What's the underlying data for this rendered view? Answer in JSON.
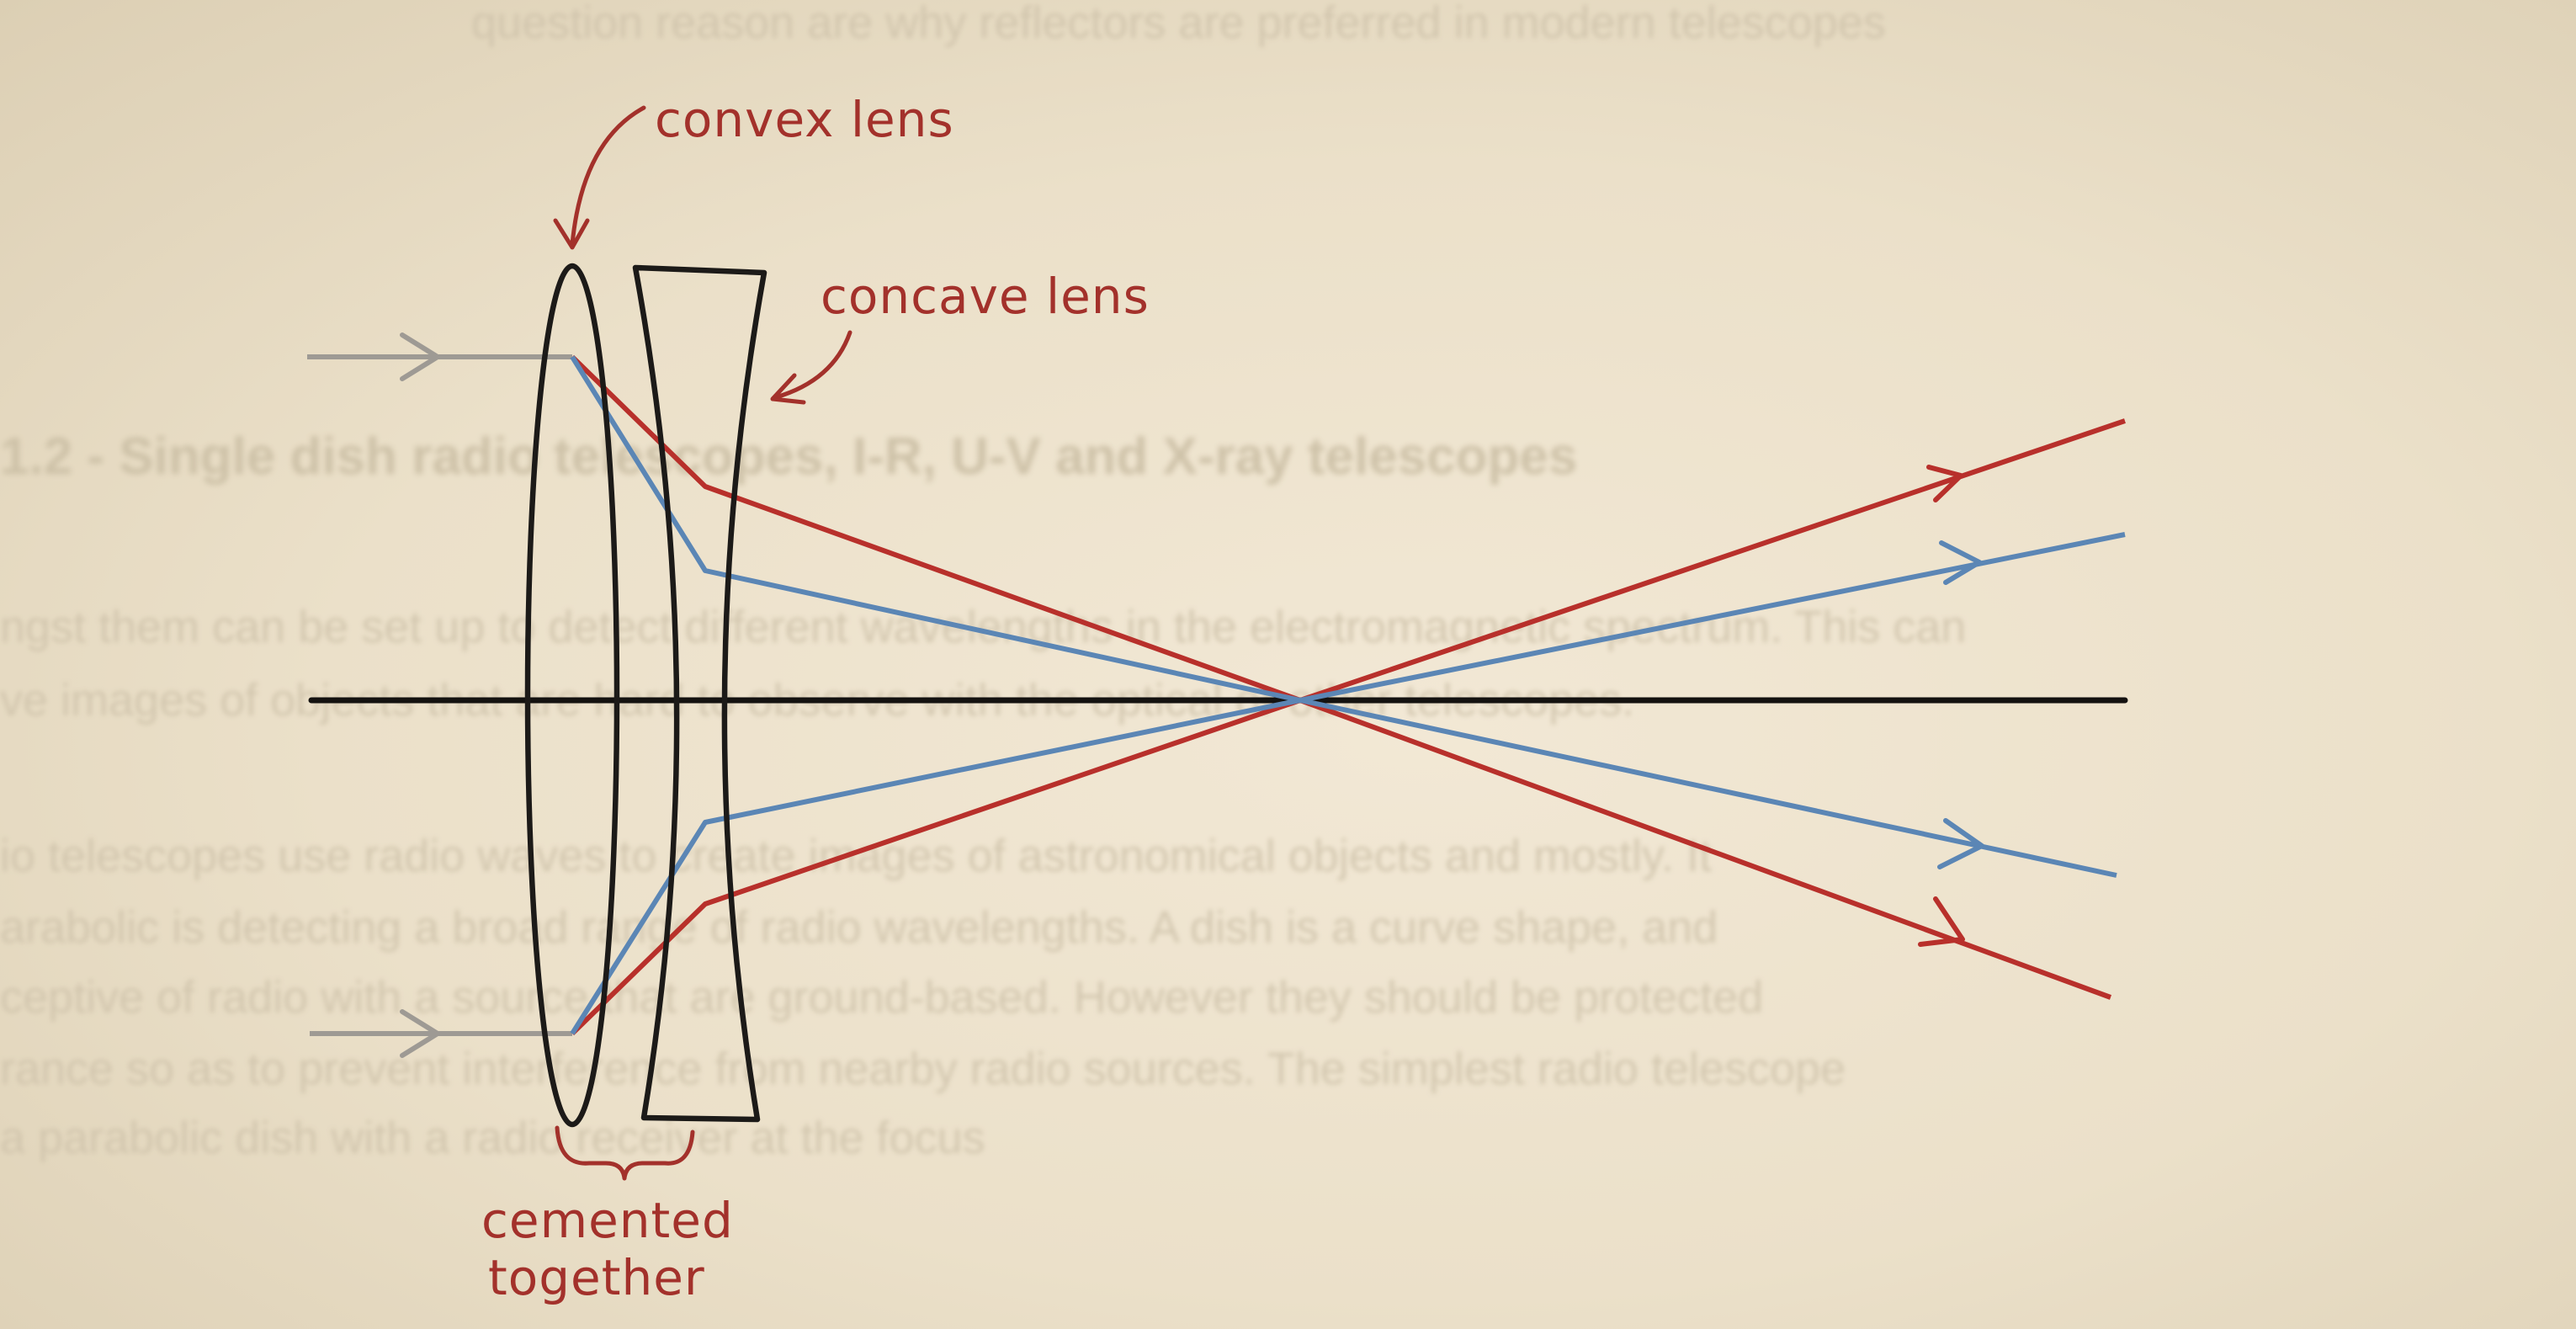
{
  "background_text": {
    "top_line": "question reason are why reflectors are preferred in modern telescopes",
    "heading": "1.2 - Single dish radio telescopes, I-R, U-V and X-ray telescopes",
    "para1_line1": "ngst them can be set up to detect different wavelengths in the electromagnetic spectrum. This can",
    "para1_line2": "ve images of objects that are hard to observe with the optical or other telescopes.",
    "para2_line1": "io telescopes use radio waves to create images of astronomical objects and mostly. It",
    "para2_line2": "arabolic is detecting a broad range of radio wavelengths. A dish is a curve shape, and",
    "para2_line3": "ceptive of radio with a source that are ground-based. However they should be protected",
    "para2_line4": "rance so as to prevent interference from nearby radio sources. The simplest radio telescope",
    "para2_line5": "a parabolic dish with a radio receiver at the focus"
  },
  "labels": {
    "convex_lens": "convex lens",
    "concave_lens": "concave lens",
    "cemented_line1": "cemented",
    "cemented_line2": "together"
  },
  "colors": {
    "red_ray": "#b8302b",
    "blue_ray": "#5b86b5",
    "incoming_ray": "#9e9a94",
    "lens_outline": "#1c1a18",
    "axis": "#141210",
    "annotation": "#a3312b"
  }
}
